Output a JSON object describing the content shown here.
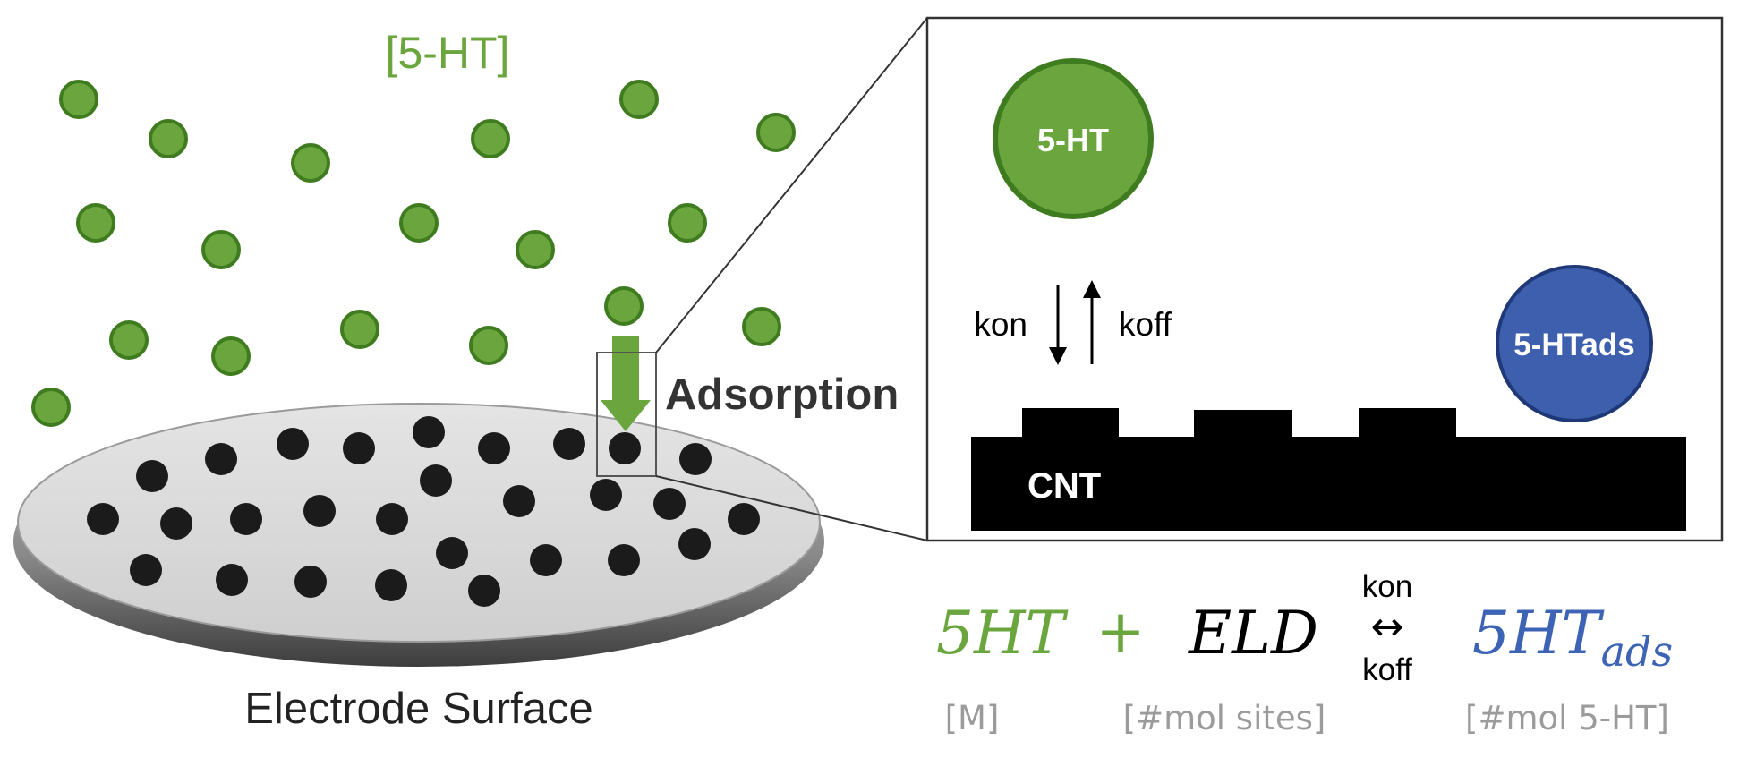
{
  "solution": {
    "concentration_label": "[5-HT]",
    "adsorption_label": "Adsorption",
    "surface_label": "Electrode Surface"
  },
  "inset": {
    "molecule_label": "5-HT",
    "adsorbed_label": "5-HTads",
    "kon_label": "kon",
    "koff_label": "koff",
    "substrate_label": "CNT"
  },
  "equation": {
    "reactant": "5HT",
    "plus": "+",
    "sites": "ELD",
    "arrow_kon": "kon",
    "arrow_symbol": "↔",
    "arrow_koff": "koff",
    "product": "5HT",
    "product_subscript": "ads",
    "unit_reactant": "[M]",
    "unit_sites": "[#mol sites]",
    "unit_product": "[#mol 5-HT]"
  },
  "colors": {
    "serotonin_green": "#6aa53e",
    "serotonin_dark_green": "#3f7b1f",
    "adsorbed_blue": "#3d5fad",
    "equation_blue": "#3d63b5",
    "unit_gray": "#9b9b9b",
    "site_black": "#1b1b1b",
    "cnt_black": "#000000"
  }
}
